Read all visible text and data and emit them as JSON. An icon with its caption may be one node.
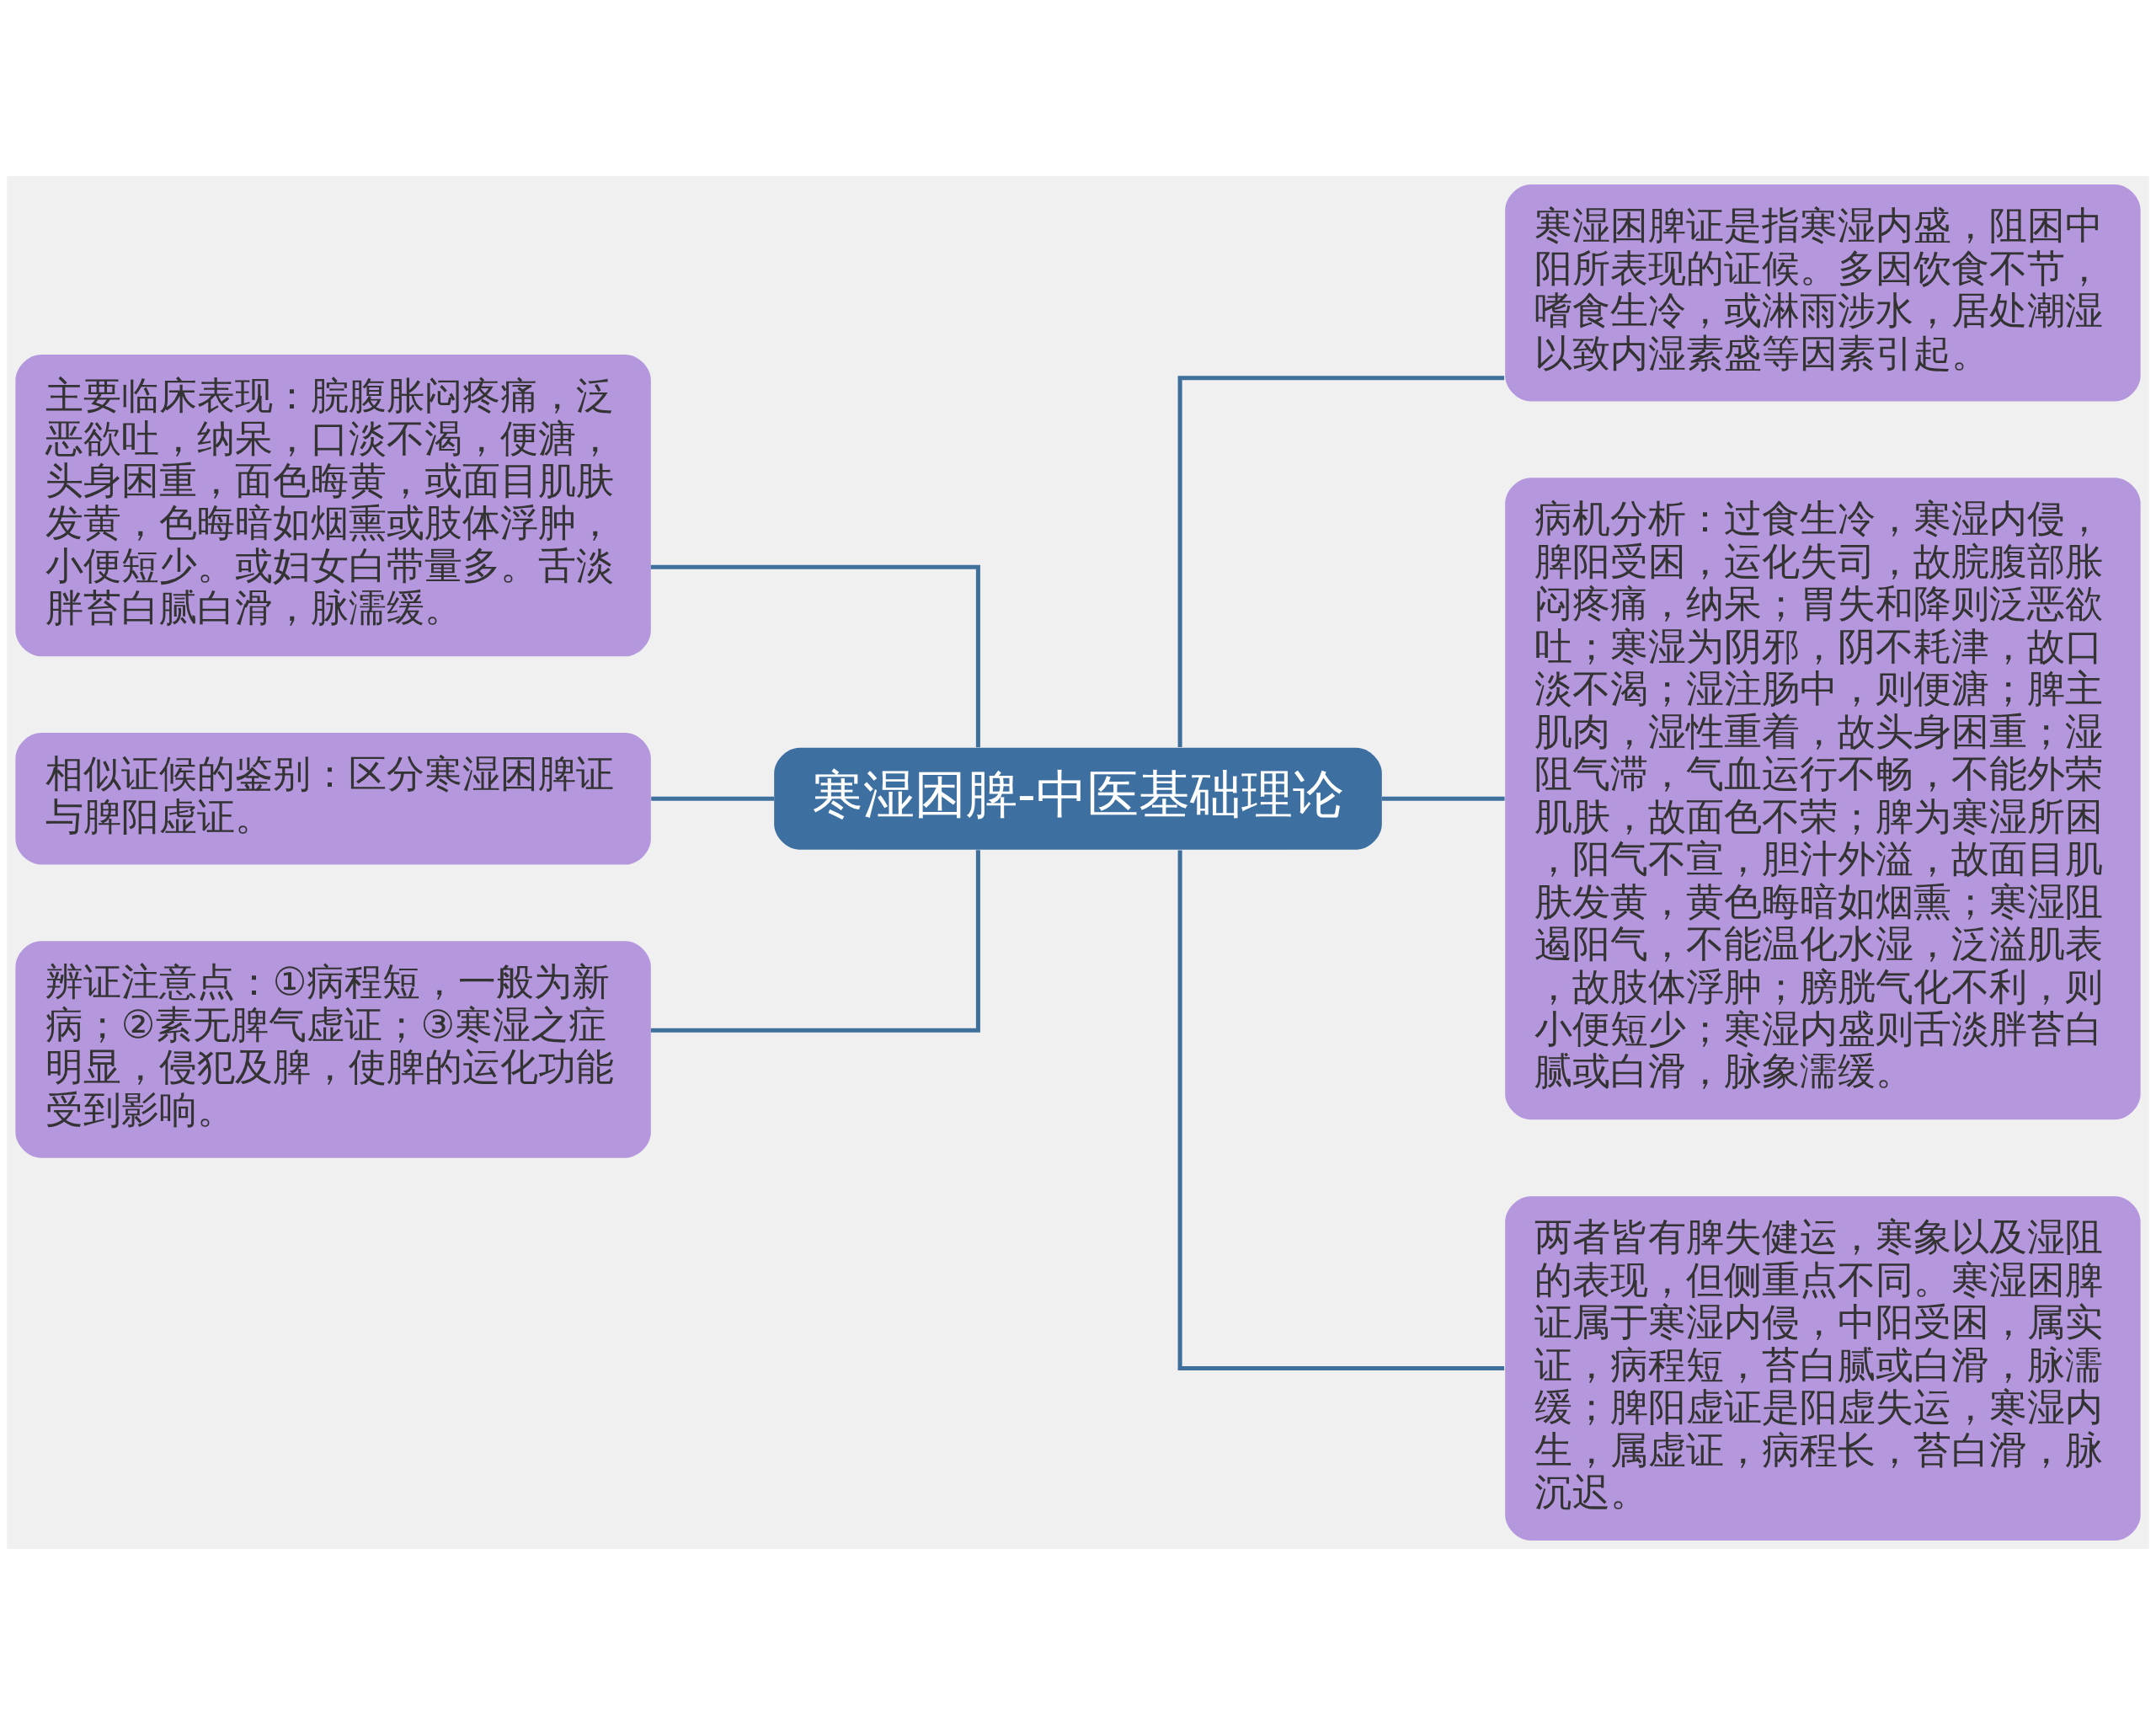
{
  "diagram": {
    "nodes": [
      {
        "text": [
          "寒湿困脾-中医基础理论"
        ]
      },
      {
        "text": [
          "主要临床表现：脘腹胀闷疼痛，泛恶欲吐，纳呆，口淡不渴，便溏，头身困重，面色晦黄，或面目肌肤发黄，色晦暗如烟熏或肢体浮肿，小便短少。或妇女白带量多。舌淡胖苔白腻白滑，脉濡缓。"
        ]
      },
      {
        "text": [
          "相似证候的鉴别：区分寒湿困脾证与脾阳虚证。"
        ]
      },
      {
        "text": [
          "辨证注意点：①病程短，一般为新病；②素无脾气虚证；③寒湿之症明显，侵犯及脾，使脾的运化功能受到影响。"
        ]
      },
      {
        "text": [
          "寒湿困脾证是指寒湿内盛，阻困中阳所表现的证候。多因饮食不节，嗜食生冷，或淋雨涉水，居处潮湿以致内湿素盛等因素引起。"
        ]
      },
      {
        "text": [
          "病机分析：过食生冷，寒湿内侵，脾阳受困，运化失司，故脘腹部胀闷疼痛，纳呆；胃失和降则泛恶欲吐；寒湿为阴邪，阴不耗津，故口淡不渴；湿注肠中，则便溏；脾主肌肉，湿性重着，故头身困重；湿阻气滞，气血运行不畅，不能外荣肌肤，故面色不荣；脾为寒湿所困，阳气不宣，胆汁外溢，故面目肌肤发黄，黄色晦暗如烟熏；寒湿阻遏阳气，不能温化水湿，泛溢肌表，故肢体浮肿；膀胱气化不利，则小便短少；寒湿内盛则舌淡胖苔白腻或白滑，脉象濡缓。"
        ]
      },
      {
        "text": [
          "两者皆有脾失健运，寒象以及湿阻的表现，但侧重点不同。寒湿困脾证属于寒湿内侵，中阳受困，属实证，病程短，苔白腻或白滑，脉濡缓；脾阳虚证是阳虚失运，寒湿内生，属虚证，病程长，苔白滑，脉沉迟。"
        ]
      }
    ],
    "edges": [
      {
        "from": 0,
        "to": 1,
        "arrow": "none"
      },
      {
        "from": 0,
        "to": 2,
        "arrow": "none"
      },
      {
        "from": 0,
        "to": 3,
        "arrow": "none"
      },
      {
        "from": 0,
        "to": 4,
        "arrow": "none"
      },
      {
        "from": 0,
        "to": 5,
        "arrow": "none"
      },
      {
        "from": 0,
        "to": 6,
        "arrow": "none"
      }
    ]
  }
}
